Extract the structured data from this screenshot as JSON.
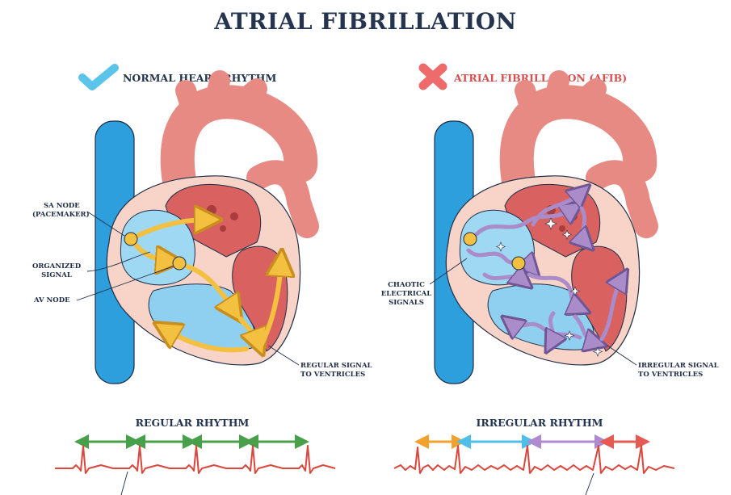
{
  "title": "ATRIAL FIBRILLATION",
  "left_panel": {
    "heading": "NORMAL HEART RHYTHM",
    "labels": {
      "sa_node_1": "SA NODE",
      "sa_node_2": "(PACEMAKER)",
      "organized_1": "ORGANIZED",
      "organized_2": "SIGNAL",
      "av_node": "AV NODE",
      "regular_1": "REGULAR SIGNAL",
      "regular_2": "TO VENTRICLES"
    },
    "rhythm_title": "REGULAR RHYTHM"
  },
  "right_panel": {
    "heading": "ATRIAL FIBRILLATION (AFIB)",
    "labels": {
      "chaotic_1": "CHAOTIC",
      "chaotic_2": "ELECTRICAL",
      "chaotic_3": "SIGNALS",
      "irregular_1": "IRREGULAR SIGNAL",
      "irregular_2": "TO VENTRICLES"
    },
    "rhythm_title": "IRREGULAR RHYTHM"
  },
  "icons": {
    "normal": "checkmark-icon",
    "afib": "cross-icon"
  },
  "colors": {
    "title": "#253550",
    "check": "#5bc4ea",
    "cross": "#ef6b6b",
    "afib_heading": "#d65050",
    "vein": "#2c9fdc",
    "artery": "#e07470",
    "muscle": "#d9615f",
    "signal": "#f4c040",
    "chaotic": "#a98cc9",
    "ecg": "#d9473d",
    "green_interval": "#48a04a",
    "orange_interval": "#f2a12c",
    "blue_interval": "#4fbfe8",
    "purple_interval": "#b08ad0",
    "red_interval": "#e55a52"
  }
}
